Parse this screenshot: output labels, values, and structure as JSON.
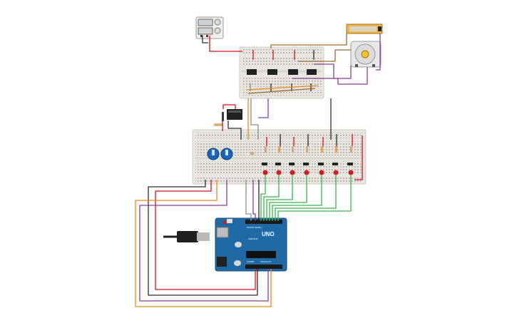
{
  "board": {
    "brand_label": "UNO",
    "maker_label": "ARDUINO",
    "digital_label": "DIGITAL (PWM~)",
    "analog_label": "ANALOG IN",
    "power_label": "POWER"
  },
  "power_supply": {
    "display_top": "",
    "display_bottom": ""
  },
  "motor_driver_label": "",
  "colors": {
    "wire_red": "#d0121b",
    "wire_black": "#2b2b2b",
    "wire_green": "#3ab54a",
    "wire_orange": "#e8891c",
    "wire_purple": "#8a3f9a",
    "wire_brown": "#9a6a2f",
    "wire_gray": "#8c8c8c",
    "breadboard": "#e9e6e1",
    "arduino": "#1f6aa5",
    "pot": "#1b64b8",
    "led": "#cc1f1f"
  },
  "icons": {
    "usb": "usb-cable-icon",
    "motor": "dc-motor-icon",
    "battery": "battery-pack-icon",
    "relay": "relay-icon",
    "pot": "potentiometer-icon",
    "ic": "ic-chip-icon",
    "led": "led-icon",
    "resistor": "resistor-icon"
  }
}
